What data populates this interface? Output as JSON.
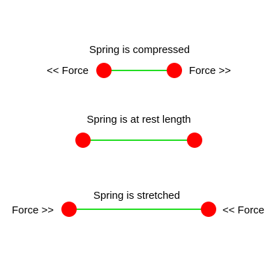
{
  "colors": {
    "background": "#ffffff",
    "spring": "#22dd22",
    "mass": "#ff0000",
    "text": "#000000"
  },
  "diagram": {
    "rows": [
      {
        "id": "compressed",
        "title": "Spring is compressed",
        "left_force": "<< Force",
        "right_force": "Force >>"
      },
      {
        "id": "rest",
        "title": "Spring is at rest length",
        "left_force": "",
        "right_force": ""
      },
      {
        "id": "stretched",
        "title": "Spring is stretched",
        "left_force": "Force >>",
        "right_force": "<< Force"
      }
    ]
  }
}
